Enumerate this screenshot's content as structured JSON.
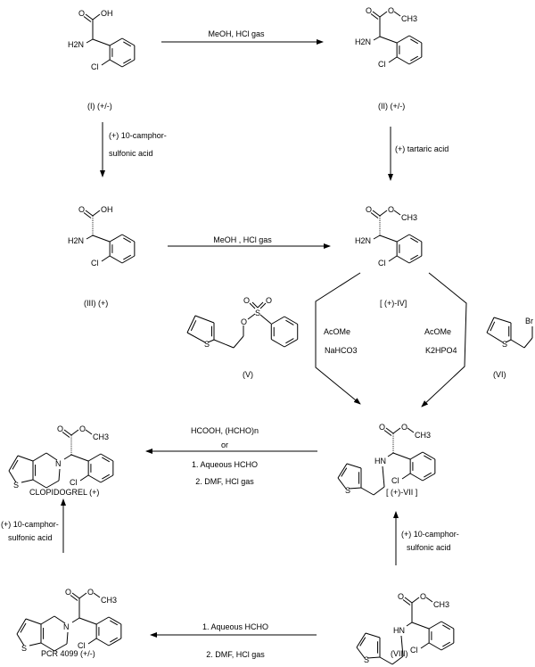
{
  "title": "Clopidogrel synthesis scheme",
  "atoms": {
    "O": "O",
    "OH": "OH",
    "H2N": "H2N",
    "Cl": "Cl",
    "CH3": "CH3",
    "HN": "HN",
    "N": "N",
    "S": "S",
    "Br": "Br"
  },
  "compounds": {
    "I": "(I)   (+/-)",
    "II": "(II)  (+/-)",
    "III": "(III)  (+)",
    "IV": "[ (+)-IV]",
    "V": "(V)",
    "VI": "(VI)",
    "VII": "[ (+)-VII ]",
    "clopidogrel": "CLOPIDOGREL (+)",
    "pcr": "PCR 4099 (+/-)",
    "VIII": "(VIII)"
  },
  "reactions": {
    "i_to_ii": "MeOH, HCl gas",
    "i_to_iii": [
      "(+) 10-camphor-",
      "sulfonic acid"
    ],
    "ii_to_iv": "(+) tartaric acid",
    "iii_to_iv": "MeOH ,  HCl gas",
    "iv_v_to_vii": [
      "AcOMe",
      "NaHCO3"
    ],
    "iv_vi_to_vii": [
      "AcOMe",
      "K2HPO4"
    ],
    "vii_to_clopidogrel": [
      "HCOOH, (HCHO)n",
      "or",
      "1. Aqueous HCHO",
      "2. DMF, HCl gas"
    ],
    "pcr_to_clopidogrel": [
      "(+) 10-camphor-",
      "sulfonic acid"
    ],
    "viii_to_vii": [
      "(+) 10-camphor-",
      "sulfonic acid"
    ],
    "viii_to_pcr": [
      "1. Aqueous HCHO",
      "2. DMF, HCl gas"
    ]
  }
}
